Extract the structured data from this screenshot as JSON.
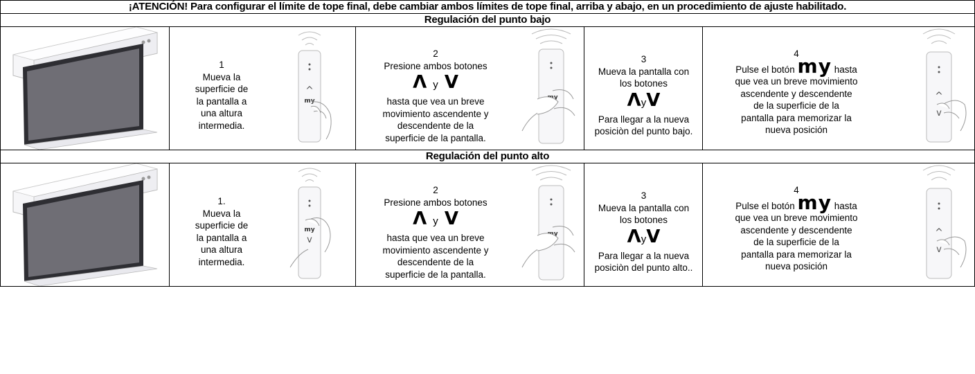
{
  "warning": "¡ATENCIÓN! Para configurar el límite de tope final, debe cambiar ambos límites de tope final, arriba y abajo, en un procedimiento de ajuste habilitado.",
  "sections": [
    {
      "title": "Regulación del punto bajo",
      "steps": [
        {
          "num": "1",
          "lines": [
            "Mueva la",
            "superficie de",
            "la pantalla a",
            "una altura",
            "intermedia."
          ]
        },
        {
          "num": "2",
          "intro": "Presione ambos botones",
          "up": "Λ",
          "y": "y",
          "down": "V",
          "lines": [
            "hasta que vea un breve",
            "movimiento ascendente y",
            "descendente de la",
            "superficie de la pantalla."
          ]
        },
        {
          "num": "3",
          "intro_lines": [
            "Mueva la pantalla con",
            "los botones"
          ],
          "up": "Λ",
          "y": "y",
          "down": "V",
          "lines": [
            "Para llegar a la nueva",
            "posiciòn del punto bajo."
          ]
        },
        {
          "num": "4",
          "pre": "Pulse el botón",
          "my": "my",
          "post": "hasta",
          "lines": [
            "que vea un breve movimiento",
            "ascendente y descendente",
            "de la superficie de la",
            "pantalla para memorizar la",
            "nueva posición"
          ]
        }
      ]
    },
    {
      "title": "Regulación del punto alto",
      "steps": [
        {
          "num": "1.",
          "lines": [
            "Mueva la",
            "superficie de",
            "la pantalla a",
            "una altura",
            "intermedia."
          ]
        },
        {
          "num": "2",
          "intro": "Presione ambos botones",
          "up": "Λ",
          "y": "y",
          "down": "V",
          "lines": [
            "hasta que vea un breve",
            "movimiento ascendente y",
            "descendente de la",
            "superficie de la pantalla."
          ]
        },
        {
          "num": "3",
          "intro_lines": [
            "Mueva la pantalla con",
            "los botones"
          ],
          "up": "Λ",
          "y": "y",
          "down": "V",
          "lines": [
            "Para llegar a la nueva",
            "posiciòn del punto alto.."
          ]
        },
        {
          "num": "4",
          "pre": "Pulse el botón",
          "my": "my",
          "post": "hasta",
          "lines": [
            "que vea un breve movimiento",
            "ascendente y descendente",
            "de la superficie de la",
            "pantalla para memorizar la",
            "nueva posición"
          ]
        }
      ]
    }
  ],
  "remote": {
    "my_label": "my",
    "up_symbol": "^",
    "down_symbol": "v"
  },
  "colors": {
    "screen_surface": "#6f6e75",
    "housing": "#f4f4f6",
    "border": "#000000"
  }
}
